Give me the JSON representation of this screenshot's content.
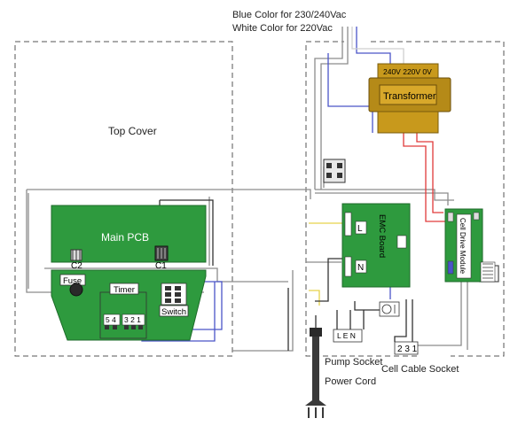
{
  "notes": {
    "blue_wire_note": "Blue Color for 230/240Vac",
    "white_wire_note": "White Color for 220Vac"
  },
  "top_cover": {
    "label": "Top Cover"
  },
  "transformer": {
    "label": "Transformer",
    "taps": "240V 220V 0V"
  },
  "main_pcb": {
    "label": "Main PCB",
    "connector_left": "C2",
    "connector_right": "C1"
  },
  "fuse": {
    "label": "Fuse"
  },
  "timer": {
    "label": "Timer",
    "terminals_left": "5 4",
    "terminals_right": "3 2 1"
  },
  "switch": {
    "label": "Switch"
  },
  "emc_board": {
    "label": "EMC Board",
    "terminal_l": "L",
    "terminal_n": "N"
  },
  "cell_drive_module": {
    "label": "Cell Drive Module"
  },
  "pump_socket": {
    "label": "Pump Socket",
    "pins": "L E N"
  },
  "cell_cable_socket": {
    "label": "Cell Cable Socket",
    "pins": "2 3 1"
  },
  "power_cord": {
    "label": "Power Cord"
  },
  "colors": {
    "pcb_green": "#2e9a3e",
    "transformer_gold": "#c8991c",
    "wire_red": "#e03a3a",
    "wire_blue": "#4a54c8",
    "wire_white": "#d8d8d8",
    "wire_yellow": "#e6d24a",
    "wire_black": "#333333",
    "dashed_frame": "#555555"
  }
}
